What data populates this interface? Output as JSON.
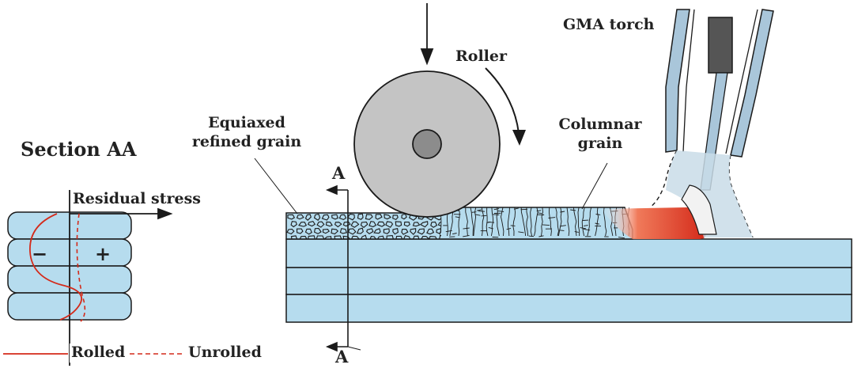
{
  "title": "Section AA",
  "labels": {
    "gma_torch": "GMA torch",
    "roller": "Roller",
    "columnar_grain_line1": "Columnar",
    "columnar_grain_line2": "grain",
    "equiaxed_line1": "Equiaxed",
    "equiaxed_line2": "refined grain",
    "residual_stress": "Residual stress",
    "minus_sign": "−",
    "plus_sign": "+",
    "section_mark_top": "A",
    "section_mark_bottom": "A"
  },
  "legend": {
    "rolled": "Rolled",
    "unrolled": "Unrolled"
  },
  "colors": {
    "deposit_blue": "#b6dcee",
    "outline": "#1a1a1a",
    "roller_gray": "#c4c4c4",
    "axle_gray": "#8c8c8c",
    "torch_blue": "#a9c6da",
    "hot_red": "#d42a1a",
    "rolled_line": "#d42a1a"
  }
}
